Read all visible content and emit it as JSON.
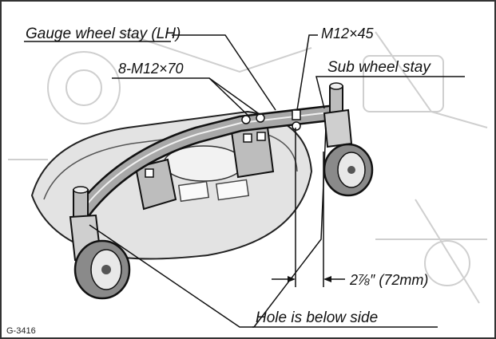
{
  "labels": {
    "gauge_wheel_stay": "Gauge wheel stay (LH)",
    "bolt_m12x45": "M12×45",
    "sub_wheel_stay": "Sub wheel stay",
    "bolt_8_m12x70": "8-M12×70",
    "dimension": "2⅞″ (72mm)",
    "hole_note": "Hole is below side"
  },
  "figure_code": "G-3416",
  "colors": {
    "ink": "#111111",
    "background": "#ffffff",
    "shading": "#bdbdbd",
    "deck": "#d9d9d9"
  }
}
